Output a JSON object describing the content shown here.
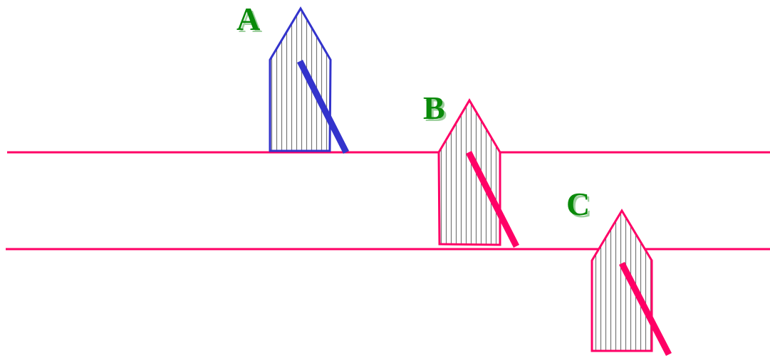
{
  "colors": {
    "background": "#ffffff",
    "line": "#ff0066",
    "label": "#0a8a0a",
    "label_shadow": "#9ecf9e",
    "hatch": "#777777",
    "objects": {
      "A": "#3333cc",
      "B": "#ff0066",
      "C": "#ff0066"
    }
  },
  "labels": {
    "A": "A",
    "B": "B",
    "C": "C"
  }
}
